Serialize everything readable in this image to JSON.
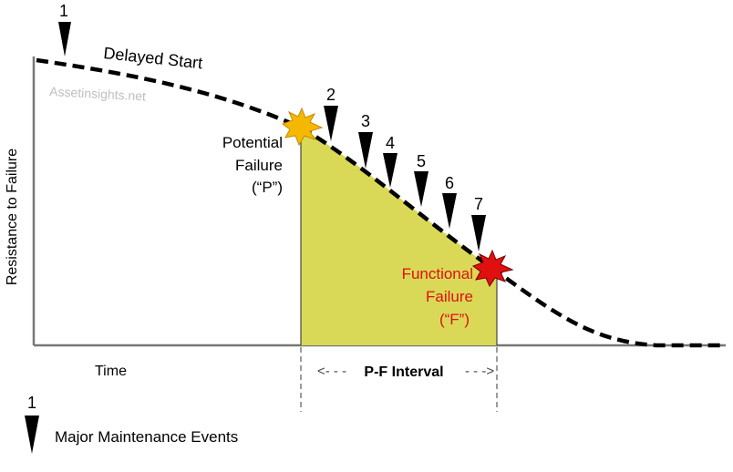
{
  "title_marker": "1",
  "curve_label": "Delayed Start",
  "watermark": "Assetinsights.net",
  "y_axis_label": "Resistance to Failure",
  "x_axis_label": "Time",
  "potential_failure": {
    "line1": "Potential",
    "line2": "Failure",
    "line3": "(“P”)"
  },
  "functional_failure": {
    "line1": "Functional",
    "line2": "Failure",
    "line3": "(“F”)"
  },
  "interval": {
    "label": "P-F Interval",
    "left_arrow": "<- - -",
    "right_arrow": "- - ->"
  },
  "events": [
    "2",
    "3",
    "4",
    "5",
    "6",
    "7"
  ],
  "legend": {
    "marker": "1",
    "label": "Major Maintenance Events"
  },
  "colors": {
    "pf_fill": "#d9d957",
    "potential_burst": "#f5b800",
    "functional_burst": "#e01010",
    "functional_text": "#e01010",
    "watermark": "#c0c0c0",
    "axis": "#777777"
  }
}
